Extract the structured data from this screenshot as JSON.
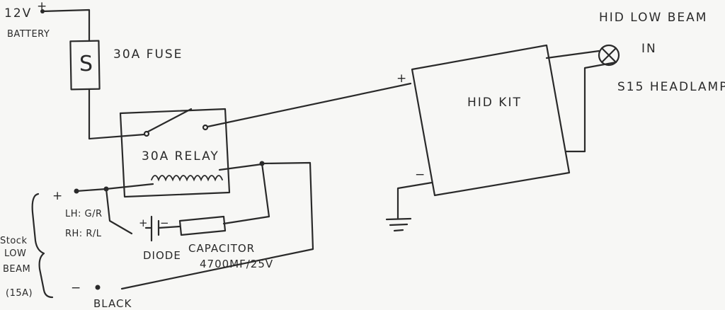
{
  "labels": {
    "battery_v": "12V",
    "battery_plus": "+",
    "battery": "BATTERY",
    "fuse_symbol": "S",
    "fuse": "30A FUSE",
    "relay": "30A RELAY",
    "hid_kit": "HID KIT",
    "hid_plus": "+",
    "hid_minus": "−",
    "lamp_line1": "HID LOW BEAM",
    "lamp_line2": "IN",
    "lamp_line3": "S15 HEADLAMP",
    "stock_plus": "+",
    "stock_lh": "LH: G/R",
    "stock_rh": "RH: R/L",
    "stock_line1": "Stock",
    "stock_line2": "LOW",
    "stock_line3": "BEAM",
    "stock_line4": "(15A)",
    "stock_minus": "−",
    "black": "BLACK",
    "cap_plus": "+",
    "cap_minus": "−",
    "diode": "DIODE",
    "capacitor": "CAPACITOR",
    "cap_value": "4700MF/25V"
  }
}
